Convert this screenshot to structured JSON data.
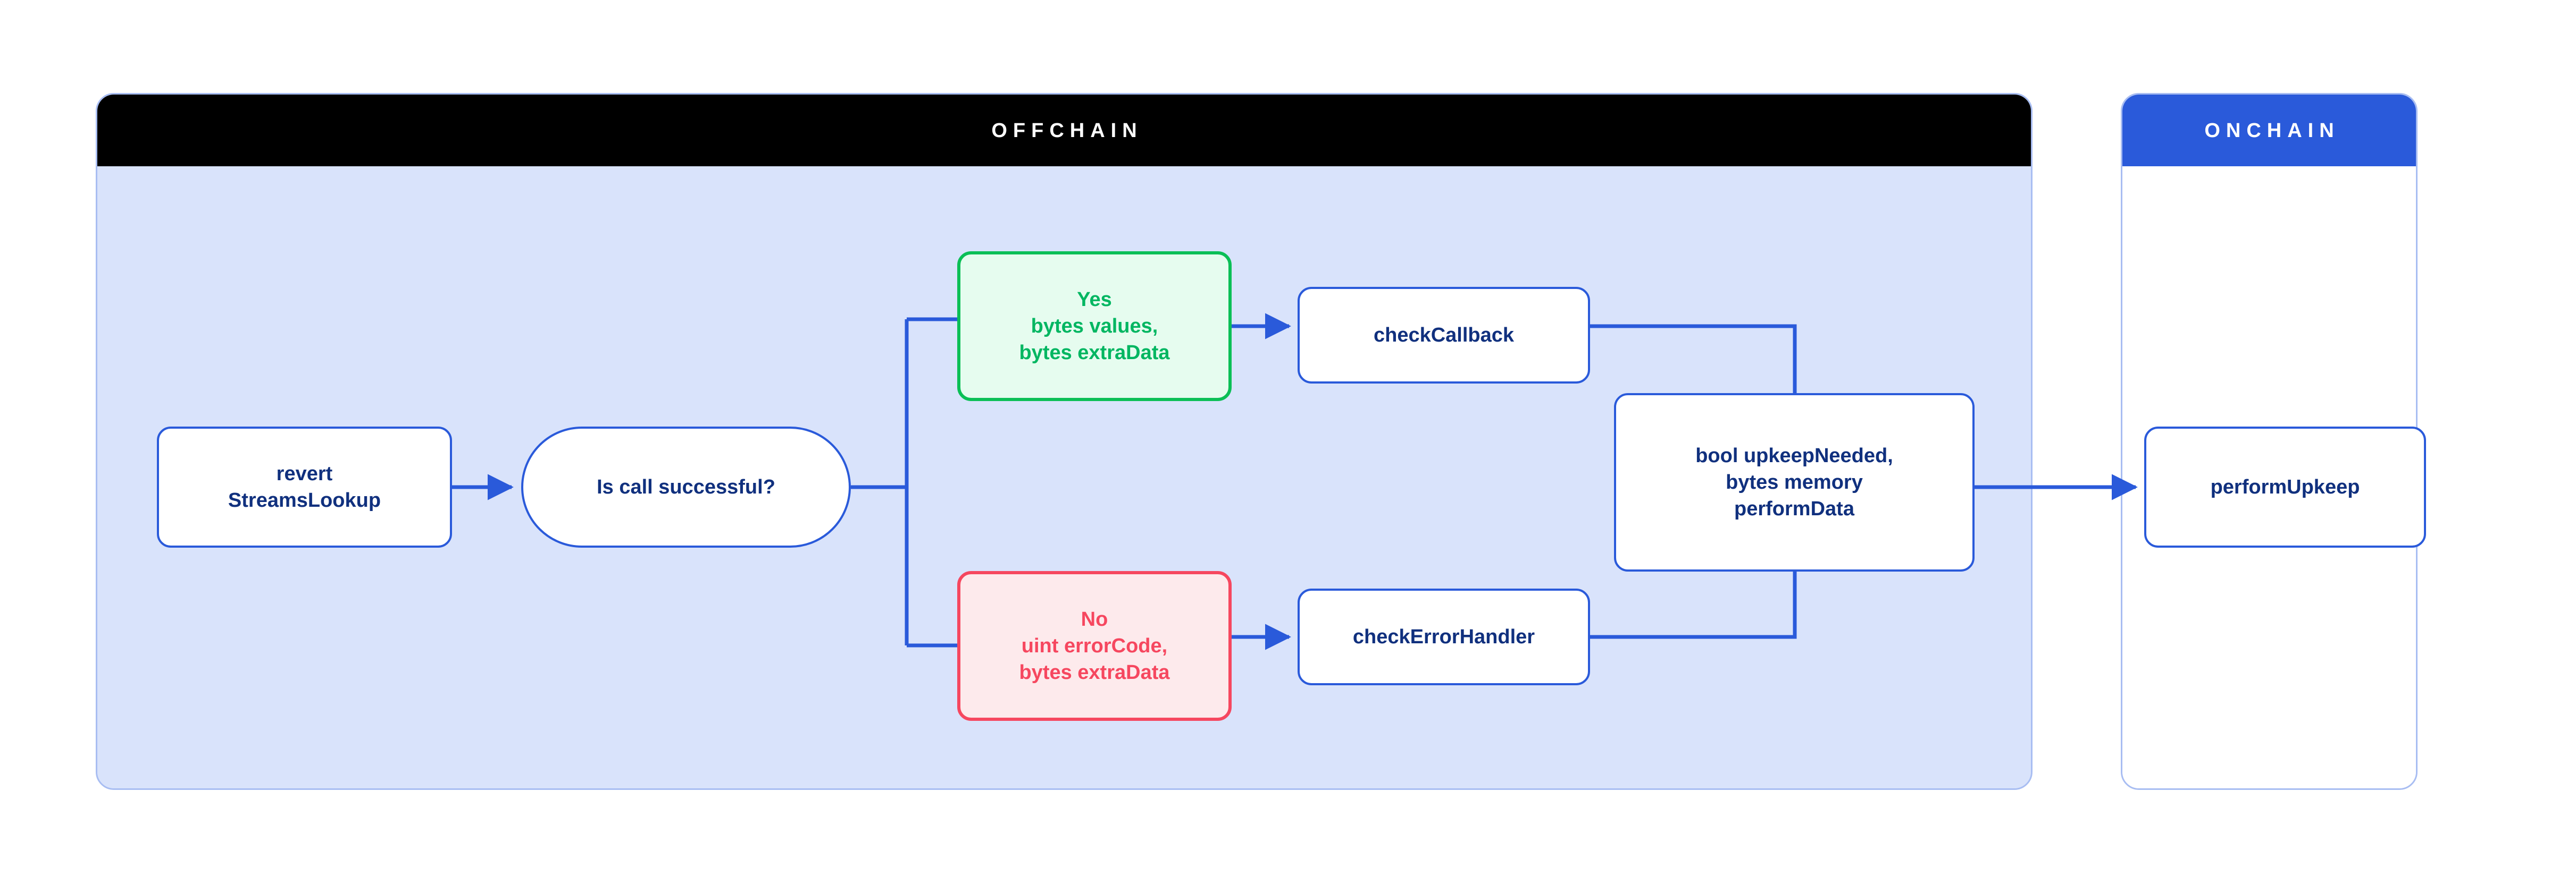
{
  "diagram": {
    "panels": {
      "offchain": {
        "title": "OFFCHAIN",
        "header_bg": "#000000",
        "body_bg": "#d9e3fb"
      },
      "onchain": {
        "title": "ONCHAIN",
        "header_bg": "#2a5ada",
        "body_bg": "#ffffff"
      }
    },
    "colors": {
      "blue": "#2a5ada",
      "navy_text": "#10307e",
      "green": "#00b661",
      "green_border": "#0bbf56",
      "green_bg": "#e6fcef",
      "red": "#f6475f",
      "red_bg": "#fdeaec",
      "panel_border": "#a8bdf2"
    },
    "nodes": {
      "revert": {
        "label": "revert\nStreamsLookup",
        "shape": "rounded-rect",
        "panel": "offchain"
      },
      "decision": {
        "label": "Is call successful?",
        "shape": "pill",
        "panel": "offchain"
      },
      "yes": {
        "label": "Yes\nbytes values,\nbytes extraData",
        "shape": "rounded-rect",
        "panel": "offchain",
        "variant": "green"
      },
      "no": {
        "label": "No\nuint errorCode,\nbytes extraData",
        "shape": "rounded-rect",
        "panel": "offchain",
        "variant": "red"
      },
      "check_callback": {
        "label": "checkCallback",
        "shape": "rounded-rect",
        "panel": "offchain"
      },
      "check_error_handler": {
        "label": "checkErrorHandler",
        "shape": "rounded-rect",
        "panel": "offchain"
      },
      "upkeep_needed": {
        "label": "bool upkeepNeeded,\nbytes memory\nperformData",
        "shape": "rounded-rect",
        "panel": "offchain"
      },
      "perform_upkeep": {
        "label": "performUpkeep",
        "shape": "rounded-rect",
        "panel": "onchain"
      }
    },
    "edges": [
      {
        "from": "revert",
        "to": "decision",
        "arrow": true
      },
      {
        "from": "decision",
        "to": "yes",
        "arrow": false
      },
      {
        "from": "decision",
        "to": "no",
        "arrow": false
      },
      {
        "from": "yes",
        "to": "check_callback",
        "arrow": true
      },
      {
        "from": "no",
        "to": "check_error_handler",
        "arrow": true
      },
      {
        "from": "check_callback",
        "to": "upkeep_needed",
        "arrow": false
      },
      {
        "from": "check_error_handler",
        "to": "upkeep_needed",
        "arrow": false
      },
      {
        "from": "upkeep_needed",
        "to": "perform_upkeep",
        "arrow": true
      }
    ]
  }
}
